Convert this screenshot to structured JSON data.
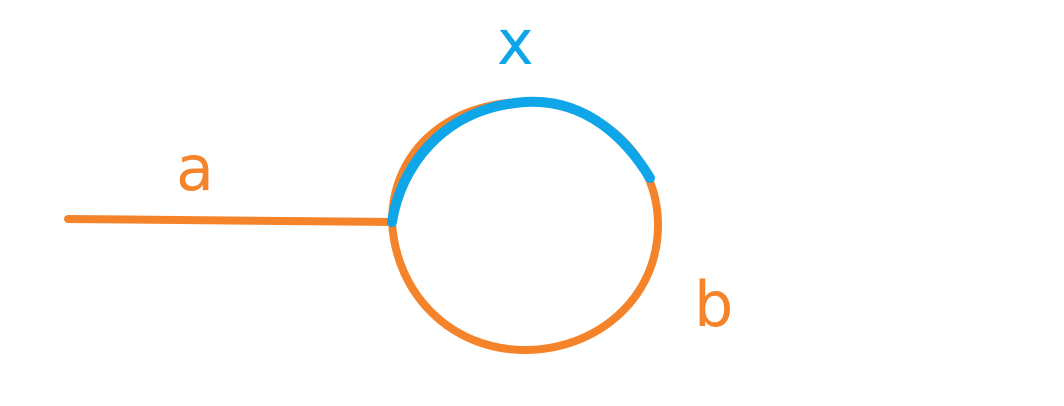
{
  "labels": {
    "a": "a",
    "x": "x",
    "b": "b"
  },
  "colors": {
    "orange": "#F5832A",
    "blue": "#0EA5E9",
    "background": "#FFFFFF"
  }
}
